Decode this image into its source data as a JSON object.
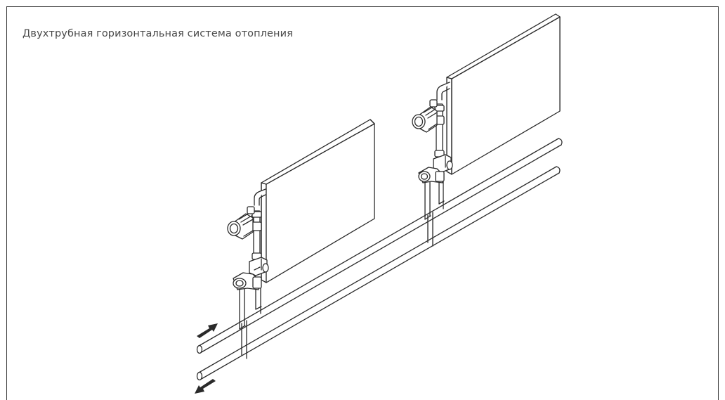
{
  "diagram": {
    "caption": "Двухтрубная горизонтальная система отопления",
    "colors": {
      "line": "#2a2a2a",
      "frame": "#3a3a3a",
      "caption": "#4a4a4a",
      "background": "#ffffff"
    },
    "icons": {
      "supply_arrow": "arrow-right-icon",
      "return_arrow": "arrow-left-icon",
      "thermostatic_head": "thermostat-head-icon",
      "valve": "valve-icon"
    },
    "components": [
      "radiator",
      "radiator",
      "thermostatic-valve",
      "thermostatic-valve",
      "supply-pipe",
      "return-pipe"
    ]
  }
}
